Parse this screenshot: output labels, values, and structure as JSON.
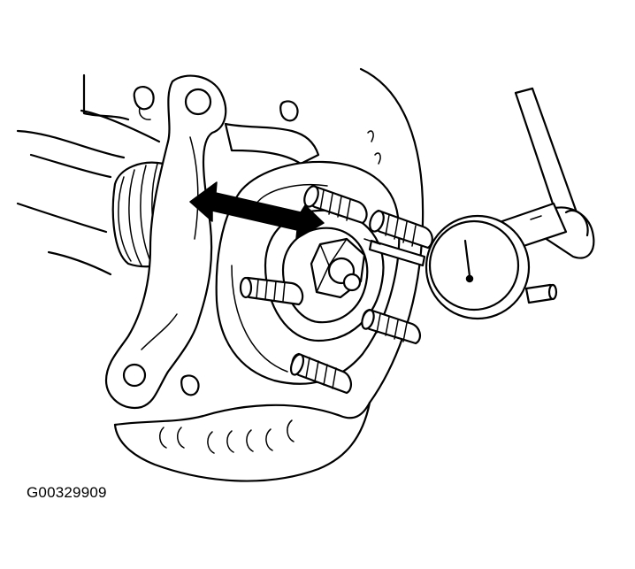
{
  "figure": {
    "reference_code": "G00329909"
  },
  "colors": {
    "line": "#000000",
    "background": "#ffffff"
  },
  "icons": {
    "movement_arrow": "double-headed-arrow",
    "gauge": "dial-indicator"
  }
}
